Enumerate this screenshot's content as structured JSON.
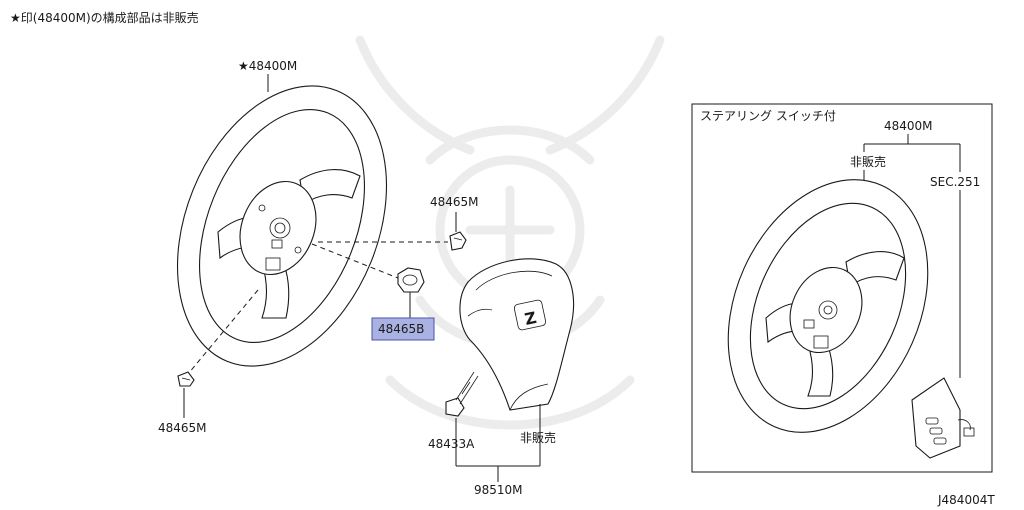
{
  "note": "★印(48400M)の構成部品は非販売",
  "labels": {
    "wheel_main": "★48400M",
    "clip_top": "48465M",
    "clip_bottom": "48465M",
    "nut": "48465B",
    "bolt": "48433A",
    "not_sold_pad": "非販売",
    "assembly": "98510M",
    "inset_title": "ステアリング スイッチ付",
    "inset_part": "48400M",
    "inset_not_sold": "非販売",
    "inset_sec": "SEC.251"
  },
  "pad_logo": "Z",
  "diagram_id": "J484004T",
  "colors": {
    "highlight": "#a9b2e2",
    "highlight_border": "#4a55a8",
    "ink": "#1a1a1a",
    "watermark": "#ececec"
  }
}
